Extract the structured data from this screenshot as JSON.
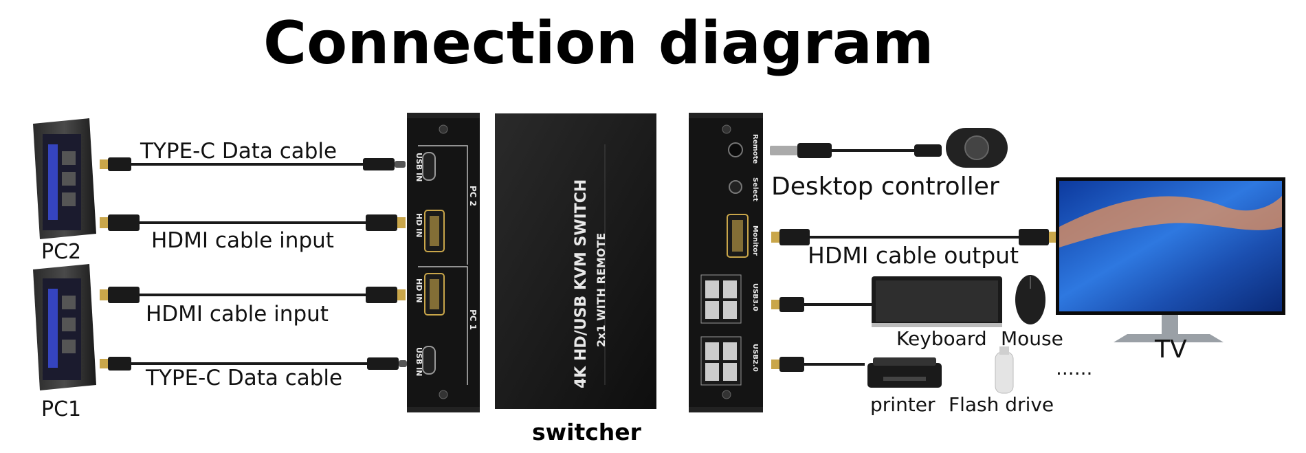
{
  "title": "Connection diagram",
  "pcs": [
    {
      "label": "PC2"
    },
    {
      "label": "PC1"
    }
  ],
  "cables_left": [
    {
      "label": "TYPE-C Data cable"
    },
    {
      "label": "HDMI cable input"
    },
    {
      "label": "HDMI cable input"
    },
    {
      "label": "TYPE-C Data cable"
    }
  ],
  "left_panel": {
    "pc2_group": "PC 2",
    "pc1_group": "PC 1",
    "usb_in_top": "USB IN",
    "hd_in_top": "HD IN",
    "hd_in_bottom": "HD IN",
    "usb_in_bottom": "USB IN"
  },
  "switch_box": {
    "line1": "4K HD/USB KVM SWITCH",
    "line2": "2x1 WITH REMOTE",
    "caption": "switcher"
  },
  "right_panel": {
    "remote": "Remote",
    "select": "Select",
    "monitor": "Monitor",
    "usb_a": "USB3.0",
    "usb_b": "USB2.0"
  },
  "right_labels": {
    "desktop_controller": "Desktop controller",
    "hdmi_output": "HDMI cable output",
    "keyboard": "Keyboard",
    "mouse": "Mouse",
    "tv": "TV",
    "printer": "printer",
    "flash_drive": "Flash drive",
    "ellipsis": "......"
  },
  "colors": {
    "device_body": "#111111",
    "cable": "#1a1a1a",
    "gold": "#c9a64a",
    "screen": "#1e5fbf"
  }
}
